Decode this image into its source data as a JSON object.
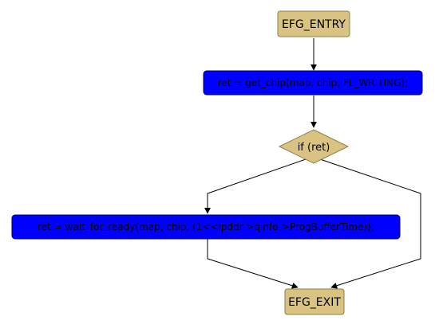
{
  "diagram": {
    "entry_label": "EFG_ENTRY",
    "stmt1_label": "ret = get_chip(map, chip, FL_WRITING);",
    "condition_label": "if (ret)",
    "stmt2_label": "ret = wait_for_ready(map, chip, (1<<lpddr->qinfo->ProgBufferTime));",
    "exit_label": "EFG_EXIT"
  },
  "colors": {
    "terminal_fill": "#d9c383",
    "terminal_stroke": "#8f7f44",
    "statement_fill": "#0000ff",
    "statement_stroke": "#00006a",
    "decision_fill": "#d9c383",
    "edge": "#000000"
  }
}
